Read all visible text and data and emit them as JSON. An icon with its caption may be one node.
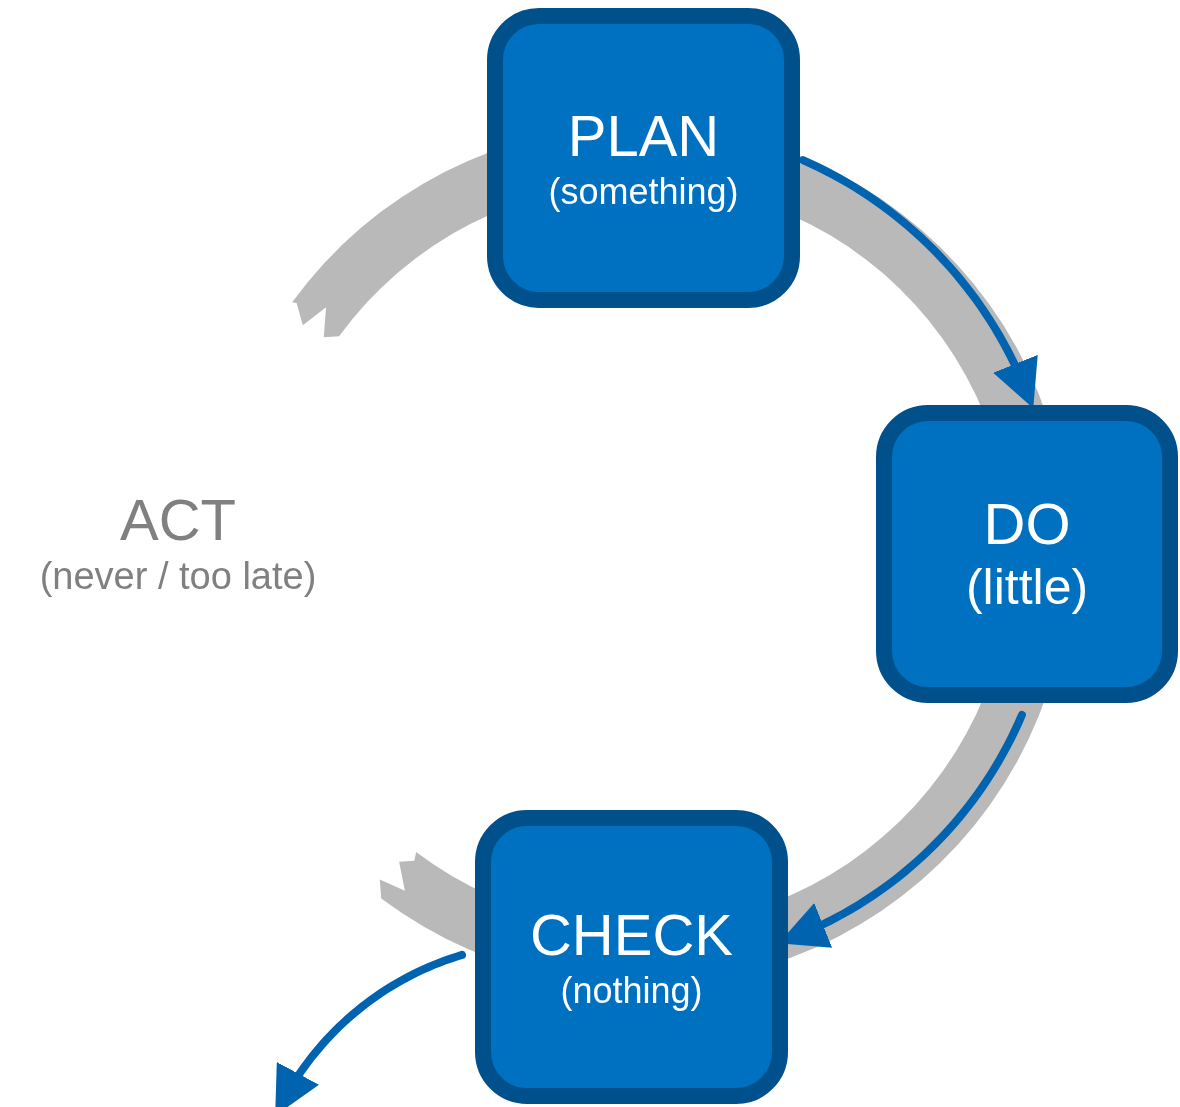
{
  "diagram": {
    "nodes": [
      {
        "text": [
          "PLAN",
          "(something)"
        ]
      },
      {
        "text": [
          "DO",
          "(little)"
        ]
      },
      {
        "text": [
          "CHECK",
          "(nothing)"
        ]
      },
      {
        "text": [
          "ACT",
          "(never / too late)"
        ]
      }
    ],
    "edges": [
      {
        "from": 0,
        "to": 1,
        "arrow": "to"
      },
      {
        "from": 1,
        "to": 2,
        "arrow": "to"
      },
      {
        "from": 2,
        "to": null,
        "arrow": "to"
      }
    ]
  }
}
